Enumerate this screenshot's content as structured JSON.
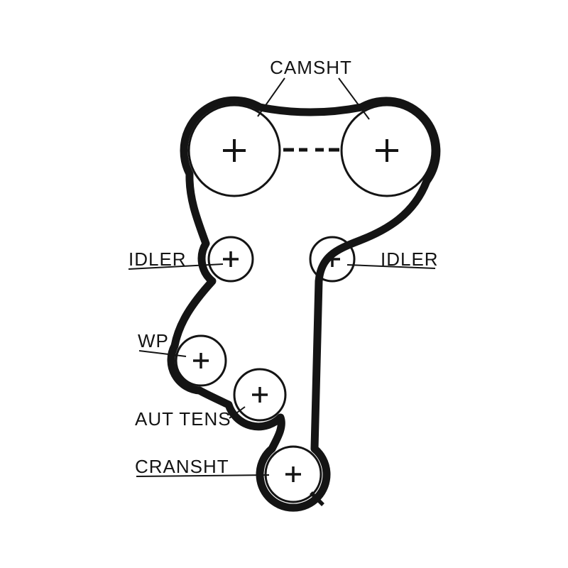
{
  "diagram": {
    "kind": "timing-belt-routing-diagram",
    "background": "#ffffff",
    "line_color": "#141414",
    "labels": {
      "camshaft": "CAMSHT",
      "idler_left": "IDLER",
      "idler_right": "IDLER",
      "water_pump": "WP",
      "tensioner": "AUT TENS",
      "crankshaft": "CRANSHT"
    },
    "pulleys": [
      {
        "name": "camshaft-pulley-left",
        "mark": "+"
      },
      {
        "name": "camshaft-pulley-right",
        "mark": "+"
      },
      {
        "name": "idler-left",
        "mark": "+"
      },
      {
        "name": "idler-right",
        "mark": "+"
      },
      {
        "name": "water-pump",
        "mark": "+"
      },
      {
        "name": "automatic-tensioner",
        "mark": "+"
      },
      {
        "name": "crankshaft-pulley",
        "mark": "+"
      }
    ]
  }
}
